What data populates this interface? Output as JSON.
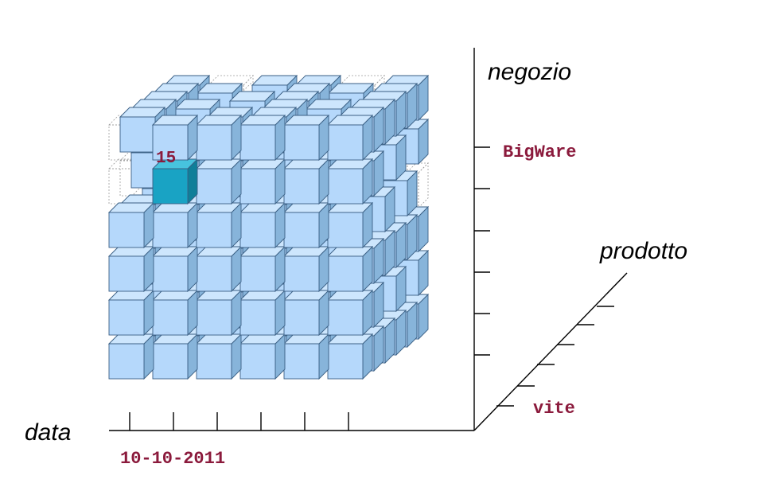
{
  "axes": {
    "negozio": {
      "title": "negozio",
      "label": "BigWare"
    },
    "prodotto": {
      "title": "prodotto",
      "label": "vite"
    },
    "data": {
      "title": "data",
      "label": "10-10-2011"
    }
  },
  "highlighted_cell": {
    "value": "15"
  },
  "colors": {
    "cube_front": "#b5d8fb",
    "cube_top": "#cde6fd",
    "cube_side": "#87b4da",
    "highlight_front": "#19a3c4",
    "highlight_top": "#47c3de",
    "highlight_side": "#0f7f99",
    "label": "#8b1a3c"
  }
}
